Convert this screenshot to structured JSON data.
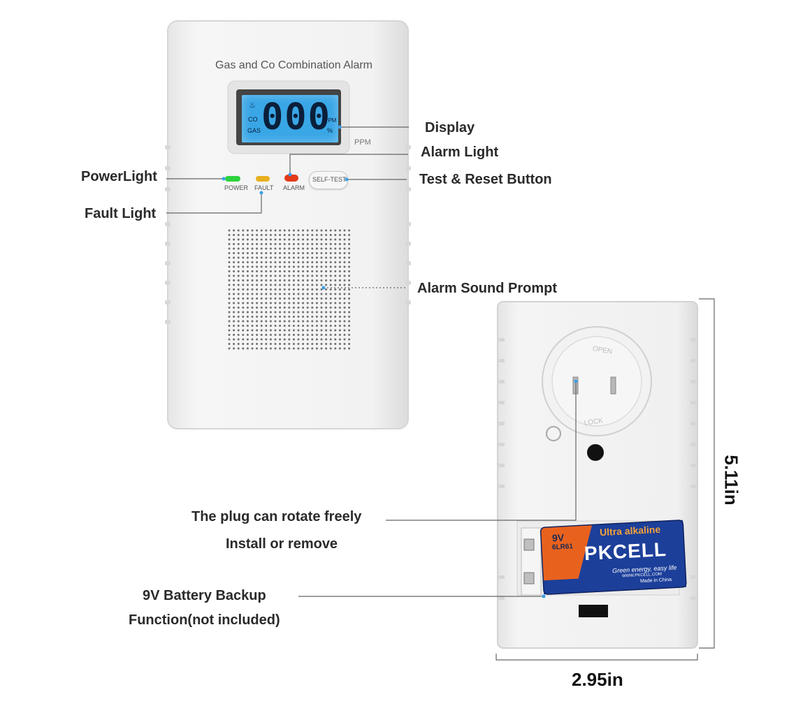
{
  "device": {
    "title": "Gas and Co Combination Alarm",
    "display_digits": "000",
    "display_unit_inner": "PPM",
    "display_percent": "%",
    "display_co": "CO",
    "display_gas": "GAS",
    "display_unit_outer": "PPM",
    "led_power": "POWER",
    "led_fault": "FAULT",
    "led_alarm": "ALARM",
    "self_test_button": "SELF-TEST"
  },
  "back": {
    "plug_open": "OPEN",
    "plug_lock": "LOCK"
  },
  "battery": {
    "voltage": "9V",
    "model": "6LR61",
    "tagline": "Ultra alkaline",
    "brand": "PKCELL",
    "slogan": "Green energy, easy life",
    "website": "WWW.PKCELL.COM",
    "origin": "Made in China"
  },
  "callouts": {
    "display": "Display",
    "alarm_light": "Alarm Light",
    "power_light": "PowerLight",
    "test_reset": "Test & Reset Button",
    "fault_light": "Fault Light",
    "alarm_sound": "Alarm Sound Prompt",
    "plug_rotate": "The plug can rotate freely",
    "install_remove": "Install or remove",
    "battery_backup": "9V Battery Backup",
    "battery_function": "Function(not included)"
  },
  "dimensions": {
    "height": "5.11in",
    "width": "2.95in"
  },
  "colors": {
    "lcd": "#39a6e6",
    "led_power": "#2ed23e",
    "led_fault": "#e8b020",
    "led_alarm": "#e23a1a",
    "battery_orange": "#e8621e",
    "battery_blue": "#1c3f9a",
    "callout_dot": "#3aa0e8"
  }
}
